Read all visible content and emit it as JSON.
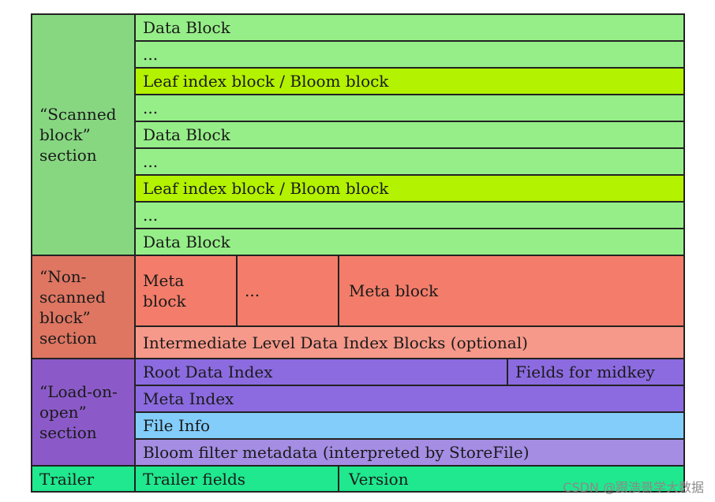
{
  "colors": {
    "scanned_section": "#87d781",
    "data_row": "#96ee88",
    "leaf_row": "#b3f200",
    "nonscanned_section": "#de7662",
    "meta_row": "#f37d6a",
    "intermediate_row": "#f6998a",
    "load_section": "#8b5ac8",
    "root_row": "#8c6be0",
    "file_info_row": "#83cdfb",
    "bloom_meta_row": "#a48de3",
    "trailer": "#1fe88e"
  },
  "sections": {
    "scanned": "“Scanned block” section",
    "nonscanned": "“Non-scanned block” section",
    "load_on_open": "“Load-on-open” section",
    "trailer": "Trailer"
  },
  "scanned_rows": [
    "Data Block",
    "...",
    "Leaf index block / Bloom block",
    "...",
    "Data Block",
    "...",
    "Leaf index block / Bloom block",
    "...",
    "Data Block"
  ],
  "nonscanned": {
    "meta_block_1": "Meta block",
    "ellipsis": "...",
    "meta_block_2": "Meta block",
    "intermediate": "Intermediate Level Data Index Blocks (optional)"
  },
  "load_on_open": {
    "root_data_index": "Root Data Index",
    "fields_for_midkey": "Fields for midkey",
    "meta_index": "Meta Index",
    "file_info": "File Info",
    "bloom_filter_metadata": "Bloom filter metadata (interpreted by StoreFile)"
  },
  "trailer": {
    "fields": "Trailer fields",
    "version": "Version"
  },
  "watermark": "CSDN @跟浩哥学大数据"
}
